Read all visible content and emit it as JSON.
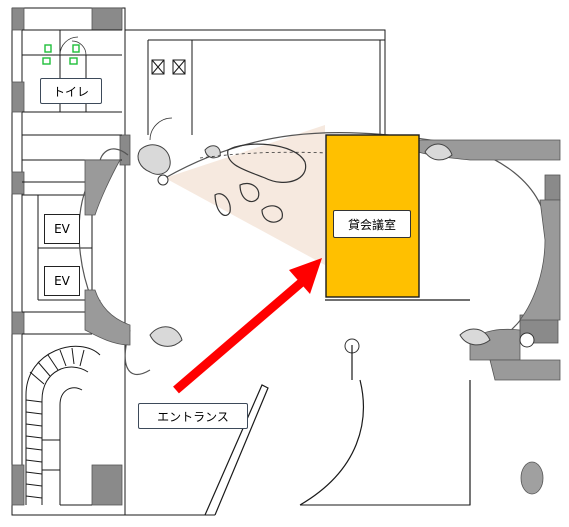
{
  "labels": {
    "toilet": "トイレ",
    "ev_upper": "EV",
    "ev_lower": "EV",
    "rental_room": "貸会議室",
    "entrance": "エントランス"
  },
  "colors": {
    "rental_room_fill": "#ffc000",
    "arrow": "#ff0000",
    "view_cone": "#f6e9df",
    "wall": "#7f7f7f",
    "line": "#1a1a1a"
  }
}
